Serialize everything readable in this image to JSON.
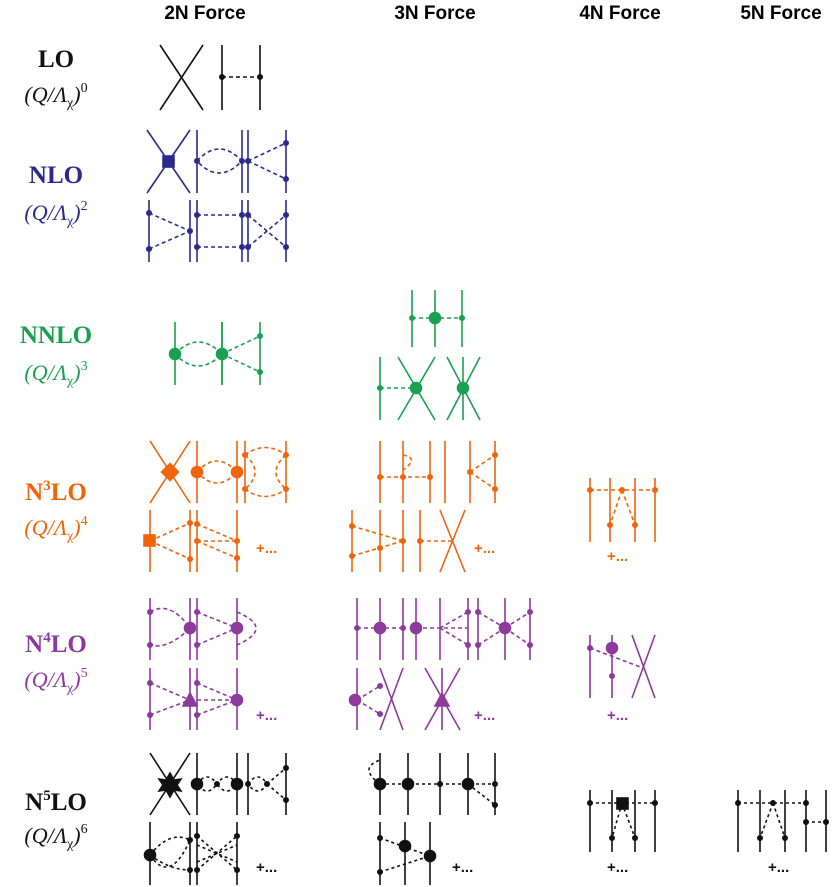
{
  "columns": {
    "two_n": "2N Force",
    "three_n": "3N Force",
    "four_n": "4N Force",
    "five_n": "5N Force"
  },
  "rows": [
    {
      "id": "lo",
      "order": "LO",
      "order_sup": "",
      "power_base": "(Q/Λ",
      "power_sub": "χ",
      "power_close": ")",
      "power_exp": "0",
      "color": "#111111"
    },
    {
      "id": "nlo",
      "order": "NLO",
      "order_sup": "",
      "power_base": "(Q/Λ",
      "power_sub": "χ",
      "power_close": ")",
      "power_exp": "2",
      "color": "#2a2a8c"
    },
    {
      "id": "nnlo",
      "order": "NNLO",
      "order_sup": "",
      "power_base": "(Q/Λ",
      "power_sub": "χ",
      "power_close": ")",
      "power_exp": "3",
      "color": "#1aa050"
    },
    {
      "id": "n3lo",
      "order": "N",
      "order_sup": "3",
      "order_tail": "LO",
      "power_base": "(Q/Λ",
      "power_sub": "χ",
      "power_close": ")",
      "power_exp": "4",
      "color": "#f0640a"
    },
    {
      "id": "n4lo",
      "order": "N",
      "order_sup": "4",
      "order_tail": "LO",
      "power_base": "(Q/Λ",
      "power_sub": "χ",
      "power_close": ")",
      "power_exp": "5",
      "color": "#8c3a9c"
    },
    {
      "id": "n5lo",
      "order": "N",
      "order_sup": "5",
      "order_tail": "LO",
      "power_base": "(Q/Λ",
      "power_sub": "χ",
      "power_close": ")",
      "power_exp": "6",
      "color": "#111111"
    }
  ],
  "more_label": "+..."
}
